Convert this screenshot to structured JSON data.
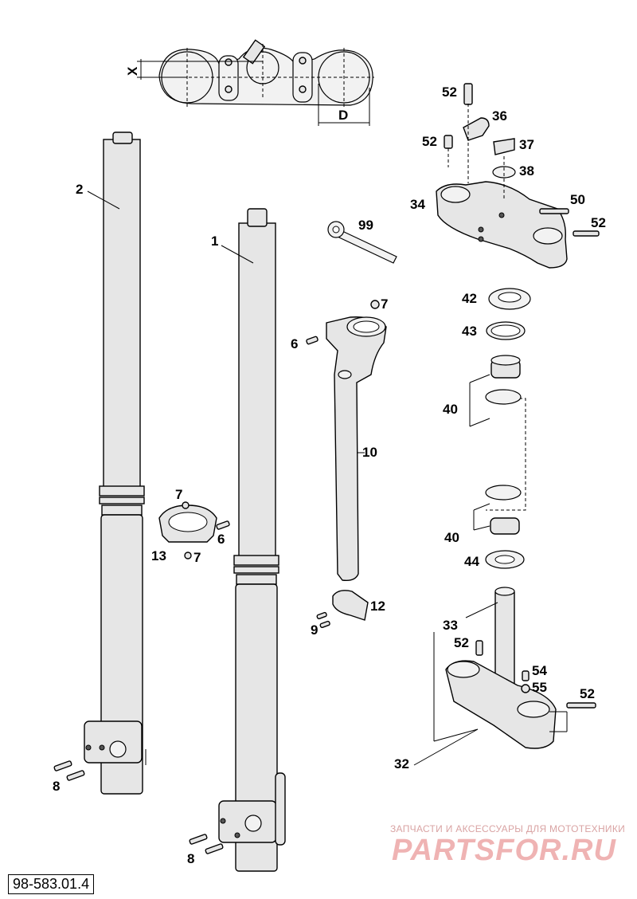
{
  "callouts": {
    "c1": "1",
    "c2": "2",
    "c6a": "6",
    "c6b": "6",
    "c7a": "7",
    "c7b": "7",
    "c7c": "7",
    "c8a": "8",
    "c8b": "8",
    "c9": "9",
    "c10": "10",
    "c12": "12",
    "c13": "13",
    "c32": "32",
    "c33": "33",
    "c34": "34",
    "c36": "36",
    "c37": "37",
    "c38": "38",
    "c40a": "40",
    "c40b": "40",
    "c42": "42",
    "c43": "43",
    "c44": "44",
    "c50": "50",
    "c52a": "52",
    "c52b": "52",
    "c52c": "52",
    "c52d": "52",
    "c52e": "52",
    "c54": "54",
    "c55": "55",
    "c99": "99"
  },
  "dimensions": {
    "x": "X",
    "d": "D"
  },
  "document_number": "98-583.01.4",
  "watermark": {
    "subtitle": "ЗАПЧАСТИ И АКСЕССУАРЫ ДЛЯ МОТОТЕХНИКИ",
    "logo": "PARTSFOR.RU"
  }
}
